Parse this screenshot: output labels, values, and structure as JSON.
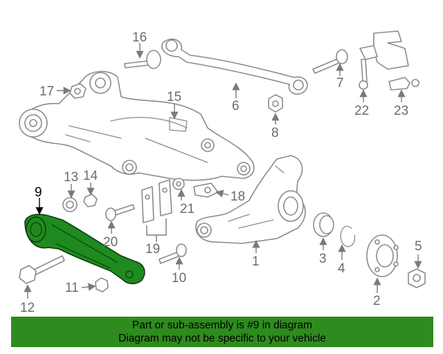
{
  "diagram": {
    "callouts": [
      "1",
      "2",
      "3",
      "4",
      "5",
      "6",
      "7",
      "8",
      "9",
      "10",
      "11",
      "12",
      "13",
      "14",
      "15",
      "16",
      "17",
      "18",
      "19",
      "20",
      "21",
      "22",
      "23"
    ],
    "highlighted_part": "9",
    "highlight_color": "#1f8a1f"
  },
  "banner": {
    "line1": "Part or sub-assembly is #9 in diagram",
    "line2": "Diagram may not be specific to your vehicle",
    "background": "#2e8b1e"
  }
}
